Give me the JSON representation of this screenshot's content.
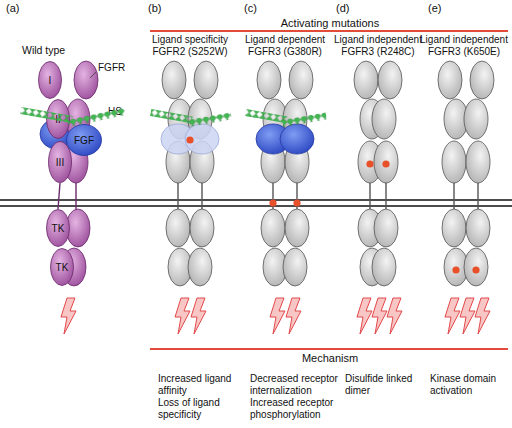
{
  "diagram": {
    "nodes": [
      {
        "text": [
          "I"
        ]
      },
      {
        "text": [
          "II"
        ]
      },
      {
        "text": [
          "FGF"
        ]
      },
      {
        "text": [
          "III"
        ]
      },
      {
        "text": [
          "TK"
        ]
      },
      {
        "text": [
          "TK"
        ]
      }
    ],
    "edges": [
      {
        "from": 3,
        "to": 4,
        "arrow": "none"
      }
    ],
    "labels": [
      "(a)",
      "(b)",
      "(c)",
      "(d)",
      "(e)",
      "Activating mutations",
      "Wild type",
      "FGFR",
      "HS",
      "Ligand specificity FGFR2 (S252W)",
      "Ligand dependent FGFR3 (G380R)",
      "Ligand independent FGFR3 (R248C)",
      "Ligand independent FGFR3 (K650E)",
      "Mechanism",
      "Increased ligand affinity",
      "Loss of ligand specificity",
      "Decreased receptor internalization",
      "Increased receptor phosphorylation",
      "Disulfide linked dimer",
      "Kinase domain activation"
    ]
  }
}
